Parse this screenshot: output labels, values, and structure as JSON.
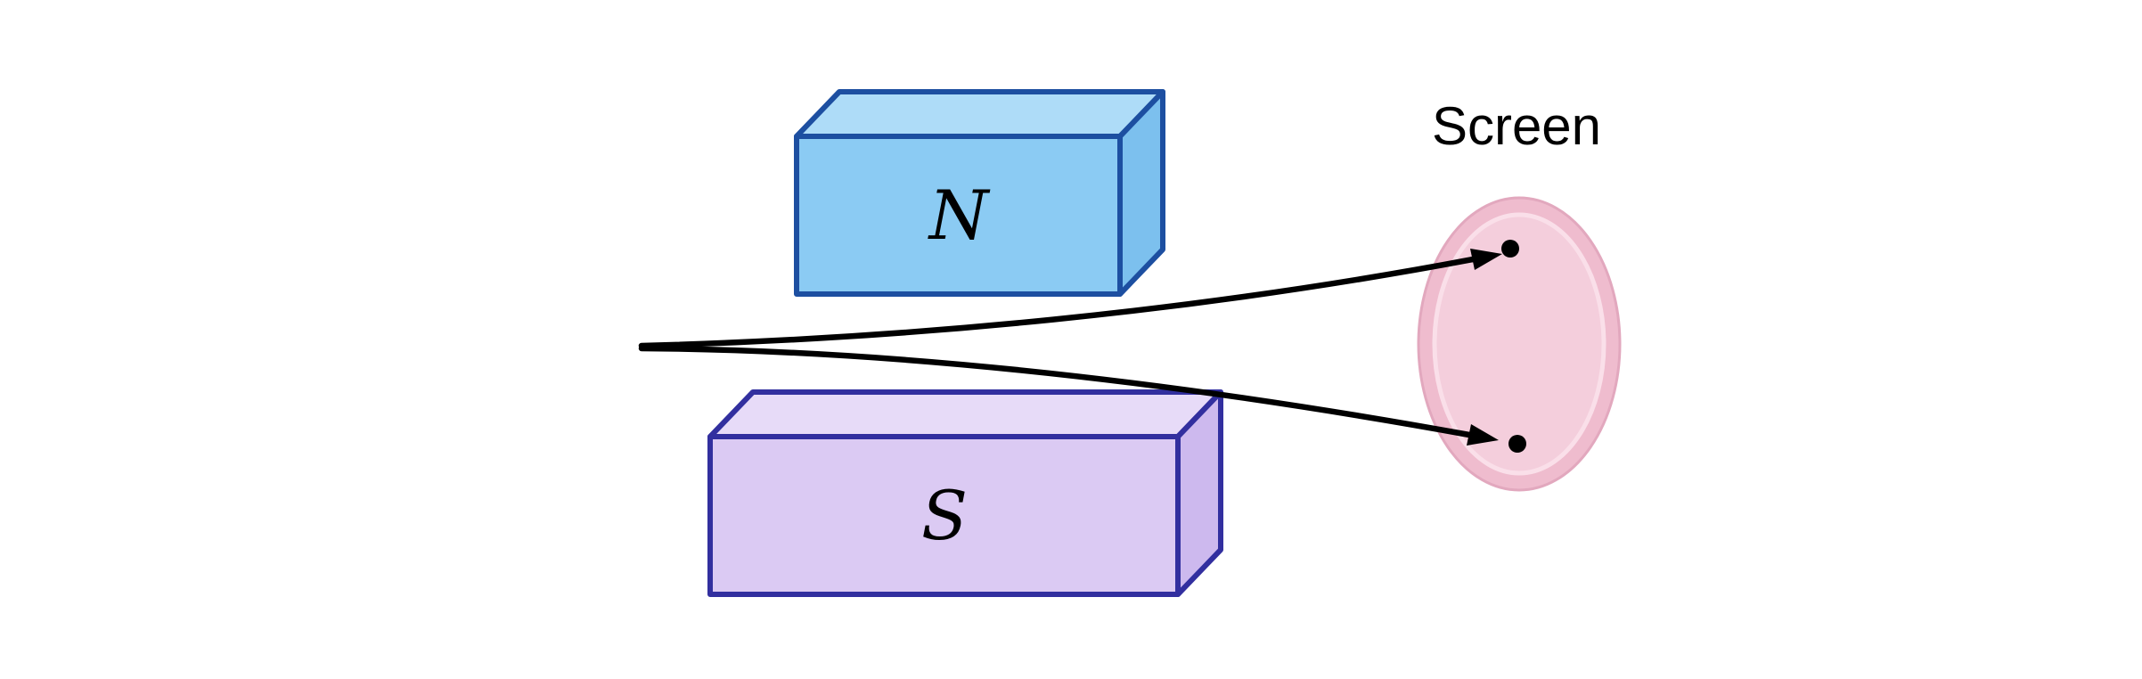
{
  "diagram": {
    "labels": {
      "north_pole": "N",
      "south_pole": "S",
      "screen": "Screen"
    },
    "colors": {
      "background": "#ffffff",
      "beam": "#000000",
      "spot": "#000000",
      "label_text": "#000000",
      "north_magnet_front": "#8BCBF3",
      "north_magnet_top": "#AEDCF8",
      "north_magnet_side": "#7CC0EE",
      "north_magnet_outline": "#1D4FA1",
      "south_magnet_front": "#DBCAF3",
      "south_magnet_top": "#E7DBF8",
      "south_magnet_side": "#CDB9EE",
      "south_magnet_outline": "#322F9F",
      "screen_face": "#F4CEDC",
      "screen_rim": "#EFBCCE",
      "screen_rim_highlight": "#FADFE9",
      "screen_edge": "#E2A8BE"
    },
    "beam_spots": 2
  }
}
